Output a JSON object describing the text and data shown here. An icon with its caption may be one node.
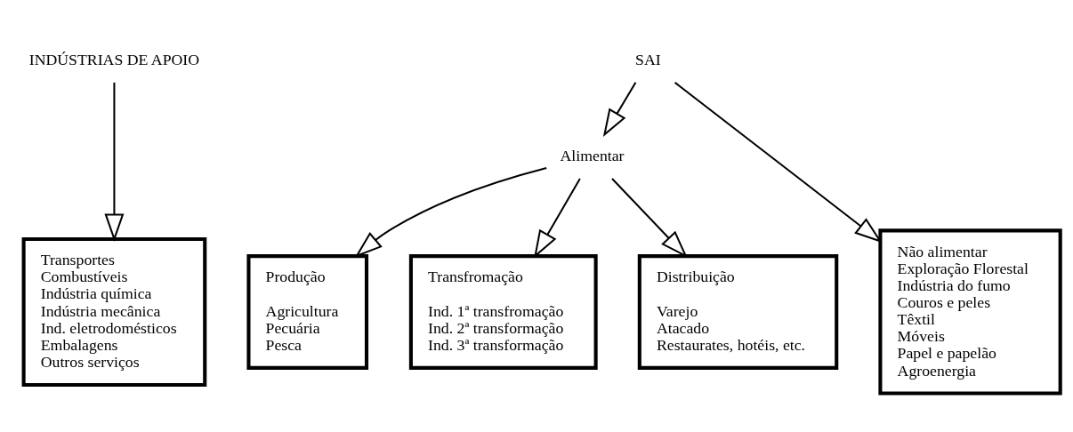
{
  "diagram": {
    "nodes": [
      {
        "text": [
          "INDÚSTRIAS DE APOIO"
        ]
      },
      {
        "text": [
          "Transportes",
          "Combustíveis",
          "Indústria química",
          "Indústria mecânica",
          "Ind. eletrodomésticos",
          "Embalagens",
          "Outros serviços"
        ]
      },
      {
        "text": [
          "SAI"
        ]
      },
      {
        "text": [
          "Alimentar"
        ]
      },
      {
        "text": [
          "Não alimentar",
          "Exploração Florestal",
          "Indústria do fumo",
          "Couros e peles",
          "Têxtil",
          "Móveis",
          "Papel e papelão",
          "Agroenergia"
        ]
      },
      {
        "text": [
          "Produção",
          "Agricultura",
          "Pecuária",
          "Pesca"
        ]
      },
      {
        "text": [
          "Transfromação",
          "Ind. 1ª transfromação",
          "Ind. 2ª transformação",
          "Ind. 3ª transformação"
        ]
      },
      {
        "text": [
          "Distribuição",
          "Varejo",
          "Atacado",
          "Restaurates, hotéis, etc."
        ]
      }
    ],
    "edges": [
      {
        "from": 0,
        "to": 1,
        "arrow": "to"
      },
      {
        "from": 2,
        "to": 3,
        "arrow": "to"
      },
      {
        "from": 2,
        "to": 4,
        "arrow": "to"
      },
      {
        "from": 3,
        "to": 5,
        "arrow": "to"
      },
      {
        "from": 3,
        "to": 6,
        "arrow": "to"
      },
      {
        "from": 3,
        "to": 7,
        "arrow": "to"
      }
    ]
  }
}
